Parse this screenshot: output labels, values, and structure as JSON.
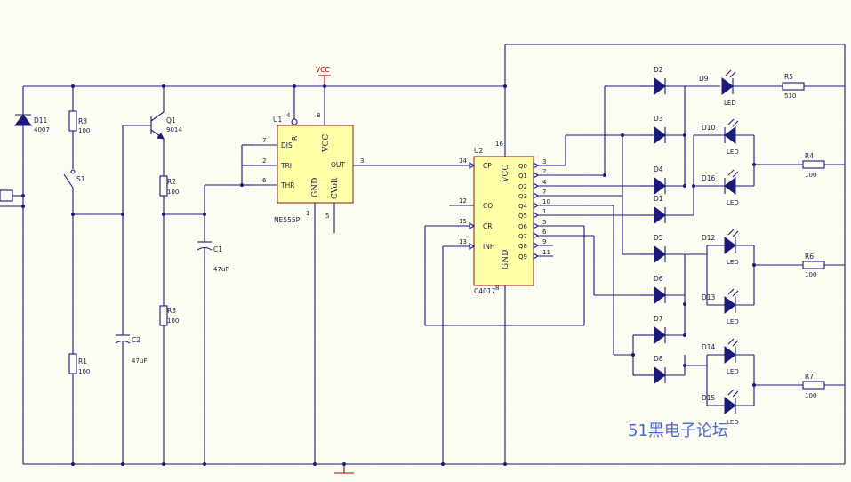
{
  "vcc_label": "VCC",
  "watermark": "51黑电子论坛",
  "u1": {
    "ref": "U1",
    "part": "NE555P",
    "pins": {
      "dis": "DIS",
      "tri": "TRI",
      "thr": "THR",
      "r": "R",
      "vcc": "VCC",
      "gnd": "GND",
      "cvolt": "CVolt",
      "out": "OUT"
    },
    "pin_numbers": {
      "dis": "7",
      "tri": "2",
      "thr": "6",
      "r": "4",
      "vcc": "8",
      "gnd": "1",
      "cvolt": "5",
      "out": "3"
    }
  },
  "u2": {
    "ref": "U2",
    "part": "C4017",
    "pins": {
      "cp": "CP",
      "co": "CO",
      "cr": "CR",
      "inh": "INH",
      "vcc": "VCC",
      "gnd": "GND"
    },
    "pin_numbers": {
      "cp": "14",
      "co": "12",
      "cr": "15",
      "inh": "13",
      "vcc": "16",
      "gnd": "8"
    },
    "outputs": [
      "Q0",
      "Q1",
      "Q2",
      "Q3",
      "Q4",
      "Q5",
      "Q6",
      "Q7",
      "Q8",
      "Q9"
    ],
    "output_pins": [
      "3",
      "2",
      "4",
      "7",
      "10",
      "1",
      "5",
      "6",
      "9",
      "11"
    ]
  },
  "parts": {
    "d11": {
      "ref": "D11",
      "value": "4007"
    },
    "r8": {
      "ref": "R8",
      "value": "100"
    },
    "s1": {
      "ref": "S1"
    },
    "r1": {
      "ref": "R1",
      "value": "100"
    },
    "q1": {
      "ref": "Q1",
      "value": "9014"
    },
    "r2": {
      "ref": "R2",
      "value": "100"
    },
    "r3": {
      "ref": "R3",
      "value": "100"
    },
    "c2": {
      "ref": "C2",
      "value": "47uF"
    },
    "c1": {
      "ref": "C1",
      "value": "47uF"
    },
    "r4": {
      "ref": "R4",
      "value": "100"
    },
    "r5": {
      "ref": "R5",
      "value": "510"
    },
    "r6": {
      "ref": "R6",
      "value": "100"
    },
    "r7": {
      "ref": "R7",
      "value": "100"
    }
  },
  "diodes": {
    "d1": "D1",
    "d2": "D2",
    "d3": "D3",
    "d4": "D4",
    "d5": "D5",
    "d6": "D6",
    "d7": "D7",
    "d8": "D8"
  },
  "leds": {
    "d9": "D9",
    "d10": "D10",
    "d12": "D12",
    "d13": "D13",
    "d14": "D14",
    "d15": "D15",
    "d16": "D16",
    "label": "LED"
  },
  "colors": {
    "wire": "#1a1a7a",
    "chip_fill": "#ffffa8",
    "chip_border": "#8a1a1a",
    "power": "#b00000",
    "watermark": "#4a6ad0"
  }
}
